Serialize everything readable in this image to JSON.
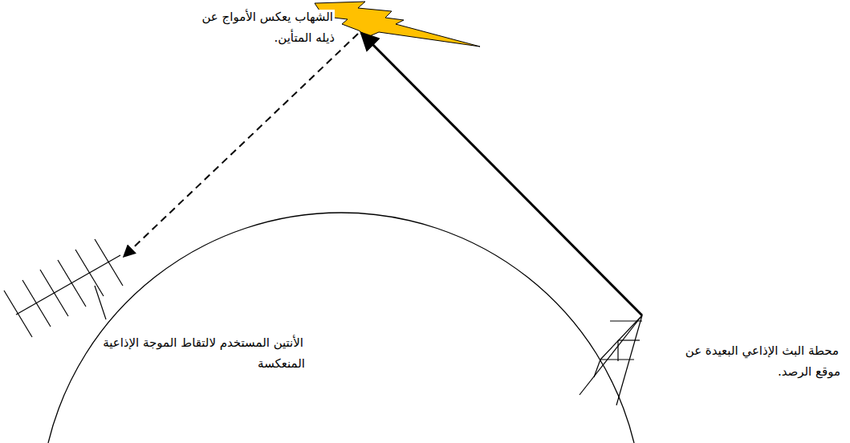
{
  "diagram": {
    "labels": [
      "الشهاب يعكس الأمواج عن ذيله المتأين.",
      "الأنتين المستخدم لالتقاط الموجة الإذاعية المنعكسة",
      "محطة البث الإذاعي البعيدة عن موقع الرصد."
    ]
  }
}
